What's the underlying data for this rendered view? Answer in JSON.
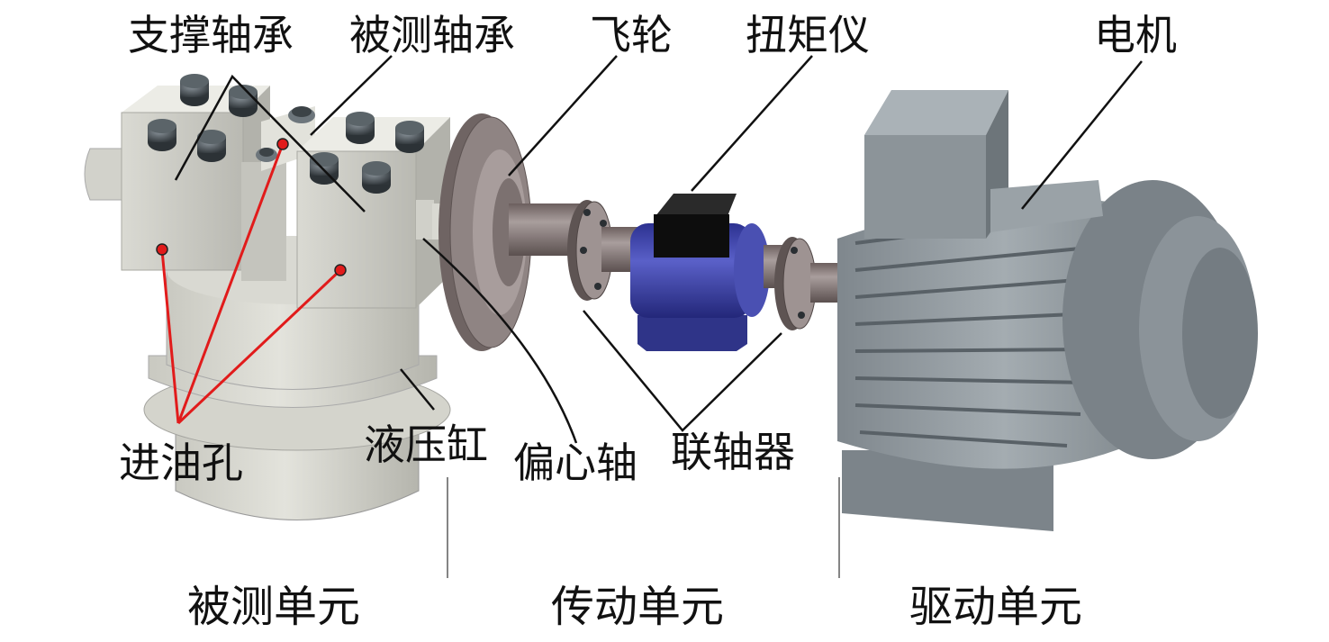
{
  "labels": {
    "support_bearing": "支撑轴承",
    "tested_bearing": "被测轴承",
    "flywheel": "飞轮",
    "torque_meter": "扭矩仪",
    "motor": "电机",
    "oil_inlet": "进油孔",
    "hydraulic_cylinder": "液压缸",
    "eccentric_shaft": "偏心轴",
    "coupling": "联轴器"
  },
  "sections": {
    "tested_unit": "被测单元",
    "transmission_unit": "传动单元",
    "drive_unit": "驱动单元"
  },
  "colors": {
    "housing": "#cfcfc8",
    "flywheel": "#8a7e7d",
    "shaft": "#857473",
    "torque_body": "#3a3fa6",
    "torque_head": "#0d0d0d",
    "motor": "#8e979d",
    "oil_marker": "#e11b1b"
  }
}
